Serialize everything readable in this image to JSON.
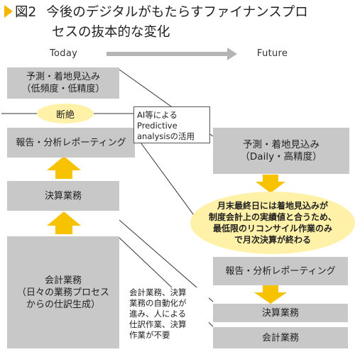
{
  "title": {
    "figure_label": "図2",
    "line1": "今後のデジタルがもたらすファイナンスプロ",
    "line2": "セスの抜本的な変化"
  },
  "columns": {
    "today": "Today",
    "future": "Future"
  },
  "today": {
    "forecast": "予測・着地見込み\n（低頻度・低精度）",
    "disconnect": "断絶",
    "reporting": "報告・分析レポーティング",
    "closing": "決算業務",
    "accounting": "会計業務\n（日々の業務プロセス\nからの仕訳生成）"
  },
  "future": {
    "forecast": "予測・着地見込み\n（Daily・高精度）",
    "highlight": "月末最終日には着地見込みが\n制度会計上の実績値と合うため、\n最低限のリコンサイル作業のみ\nで月次決算が終わる",
    "reporting": "報告・分析レポーティング",
    "closing": "決算業務",
    "accounting": "会計業務"
  },
  "notes": {
    "ai": "AI等による\nPredictive\nanalysisの活用",
    "automation": "会計業務、決算\n業務の自動化が\n進み、人による\n仕訳作業、決算\n作業が不要"
  },
  "colors": {
    "box": "#c8c8c8",
    "arrow": "#f7c300",
    "ellipse": "#fff1a8",
    "header_arrow": "#b5b5b5"
  }
}
